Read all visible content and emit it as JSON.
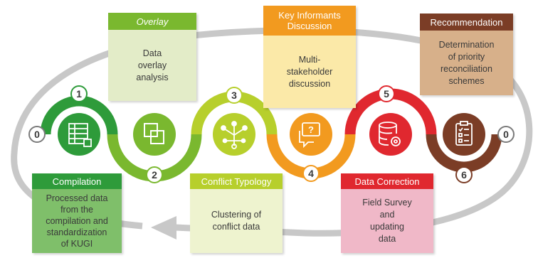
{
  "colors": {
    "green_dark": "#2e9b3a",
    "green_mid": "#7ab82f",
    "green_light": "#b7cf2c",
    "orange": "#f29a1f",
    "red": "#e0282f",
    "brown": "#7b3d26",
    "loop_gray": "#c8c8c8"
  },
  "cards": {
    "overlay": {
      "title": "Overlay",
      "body": "Data\noverlay\nanalysis"
    },
    "key_informants": {
      "title": "Key Informants\nDiscussion",
      "body": "Multi-\nstakeholder\ndiscussion"
    },
    "recommendation": {
      "title": "Recommendation",
      "body": "Determination\nof priority\nreconciliation\nschemes"
    },
    "compilation": {
      "title": "Compilation",
      "body": "Processed data\nfrom the\ncompilation and\nstandardization\nof KUGI"
    },
    "conflict_typology": {
      "title": "Conflict Typology",
      "body": "Clustering of\nconflict data"
    },
    "data_correction": {
      "title": "Data Correction",
      "body": "Field Survey\nand\nupdating\ndata"
    }
  },
  "steps": {
    "start": "0",
    "s1": "1",
    "s2": "2",
    "s3": "3",
    "s4": "4",
    "s5": "5",
    "s6": "6",
    "end": "0"
  },
  "icons": [
    "database-table-icon",
    "overlay-squares-icon",
    "network-node-icon",
    "chat-question-icon",
    "database-gear-icon",
    "clipboard-checklist-icon"
  ]
}
